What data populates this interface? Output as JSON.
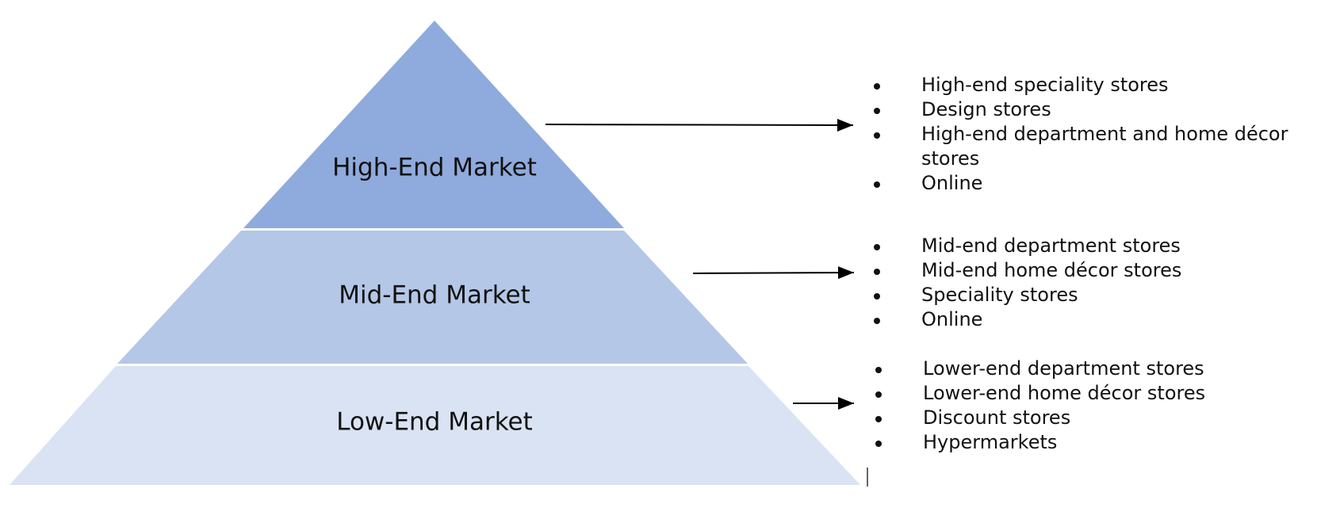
{
  "pyramid": {
    "tiers": [
      {
        "id": "high",
        "label": "High-End Market",
        "color": "#8faadc"
      },
      {
        "id": "mid",
        "label": "Mid-End Market",
        "color": "#b4c7e7"
      },
      {
        "id": "low",
        "label": "Low-End Market",
        "color": "#dae3f3"
      }
    ]
  },
  "lists": {
    "high": [
      "High-end speciality stores",
      "Design stores",
      "High-end department and home décor stores",
      "Online"
    ],
    "mid": [
      "Mid-end department stores",
      "Mid-end home décor stores",
      "Speciality stores",
      "Online"
    ],
    "low": [
      "Lower-end department stores",
      "Lower-end home décor stores",
      "Discount stores",
      "Hypermarkets"
    ]
  },
  "colors": {
    "arrow": "#000000",
    "text": "#111111",
    "tier_separator": "#ffffff"
  }
}
